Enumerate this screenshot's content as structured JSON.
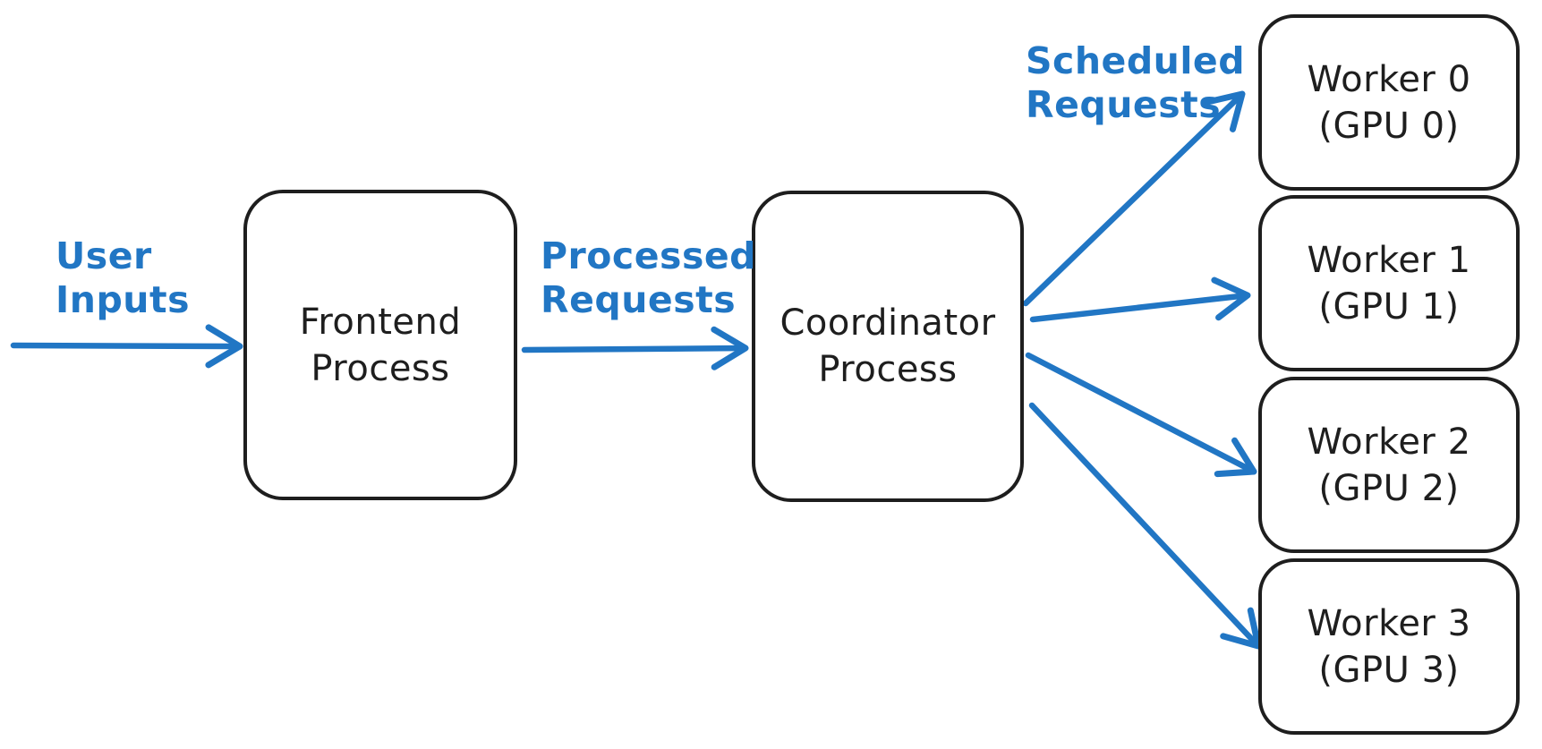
{
  "colors": {
    "accent": "#2176c4",
    "stroke": "#1e1e1e",
    "background": "#ffffff"
  },
  "diagram": {
    "title": "Request scheduling flow from user inputs through frontend and coordinator processes to GPU workers",
    "nodes": {
      "frontend": {
        "line1": "Frontend",
        "line2": "Process"
      },
      "coordinator": {
        "line1": "Coordinator",
        "line2": "Process"
      },
      "worker0": {
        "line1": "Worker 0",
        "line2": "(GPU 0)"
      },
      "worker1": {
        "line1": "Worker 1",
        "line2": "(GPU 1)"
      },
      "worker2": {
        "line1": "Worker 2",
        "line2": "(GPU 2)"
      },
      "worker3": {
        "line1": "Worker 3",
        "line2": "(GPU 3)"
      }
    },
    "labels": {
      "user_inputs": {
        "line1": "User",
        "line2": "Inputs"
      },
      "processed_requests": {
        "line1": "Processed",
        "line2": "Requests"
      },
      "scheduled_requests": {
        "line1": "Scheduled",
        "line2": "Requests"
      }
    },
    "edges": [
      {
        "from": "user",
        "to": "frontend",
        "label": "User Inputs"
      },
      {
        "from": "frontend",
        "to": "coordinator",
        "label": "Processed Requests"
      },
      {
        "from": "coordinator",
        "to": "worker0",
        "label": "Scheduled Requests"
      },
      {
        "from": "coordinator",
        "to": "worker1",
        "label": "Scheduled Requests"
      },
      {
        "from": "coordinator",
        "to": "worker2",
        "label": "Scheduled Requests"
      },
      {
        "from": "coordinator",
        "to": "worker3",
        "label": "Scheduled Requests"
      }
    ]
  }
}
